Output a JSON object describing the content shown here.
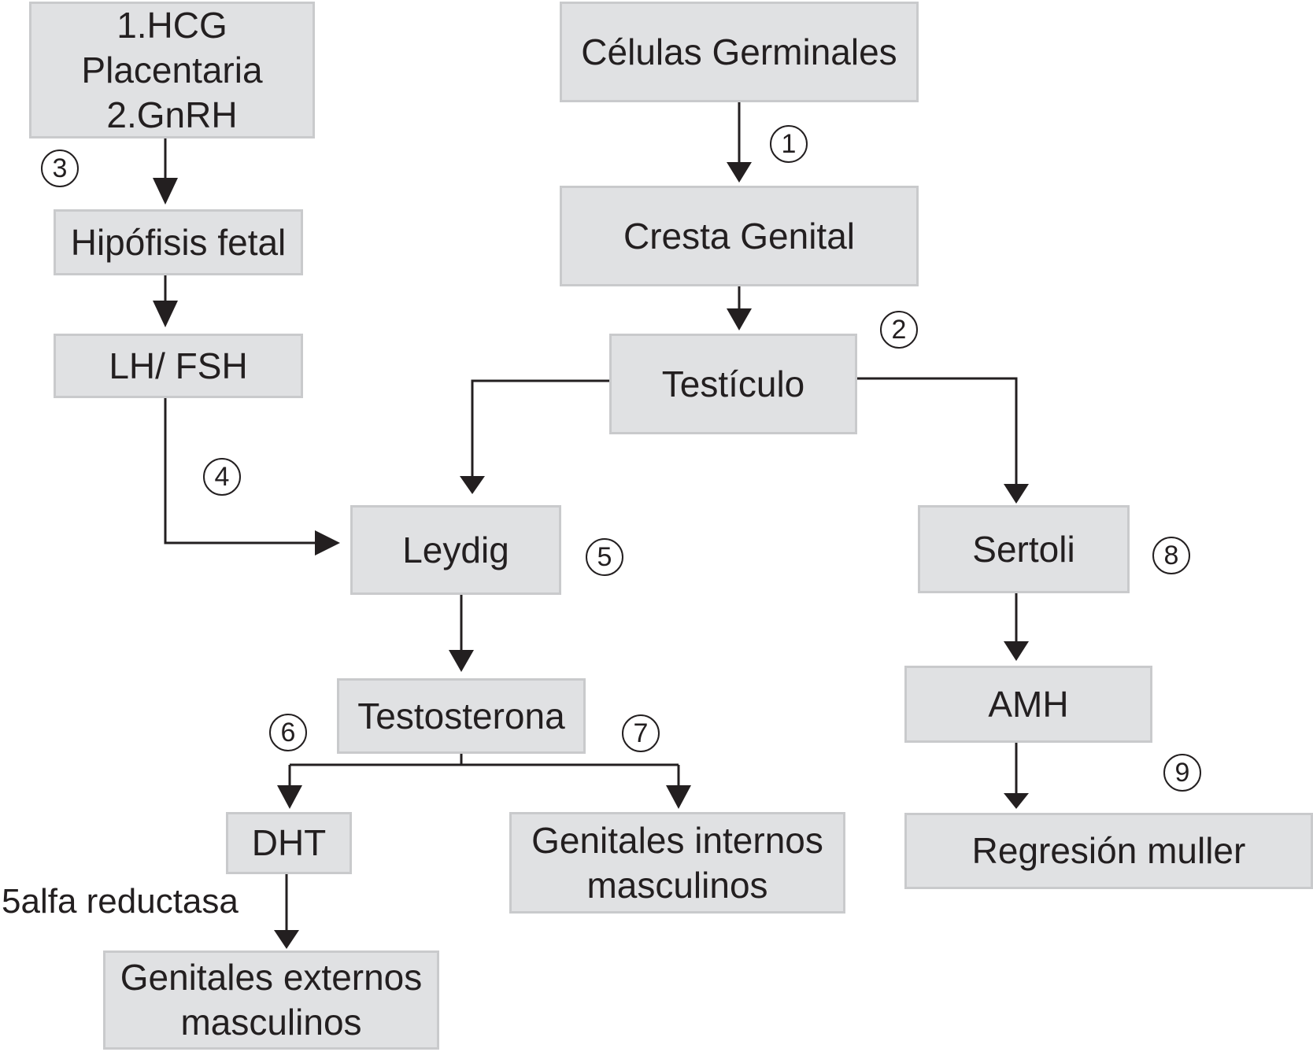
{
  "nodes": {
    "hcg": "1.HCG\nPlacentaria\n2.GnRH",
    "celulas": "Células Germinales",
    "hipofisis": "Hipófisis fetal",
    "cresta": "Cresta Genital",
    "lhfsh": "LH/ FSH",
    "testiculo": "Testículo",
    "leydig": "Leydig",
    "sertoli": "Sertoli",
    "testosterona": "Testosterona",
    "amh": "AMH",
    "dht": "DHT",
    "internos": "Genitales internos\nmasculinos",
    "regresion": "Regresión muller",
    "externos": "Genitales externos\nmasculinos"
  },
  "steps": [
    "1",
    "2",
    "3",
    "4",
    "5",
    "6",
    "7",
    "8",
    "9"
  ],
  "annotations": {
    "enzyme": "5alfa reductasa"
  },
  "colors": {
    "box_fill": "#e0e1e3",
    "box_border": "#c9cacc",
    "ink": "#231f20"
  }
}
